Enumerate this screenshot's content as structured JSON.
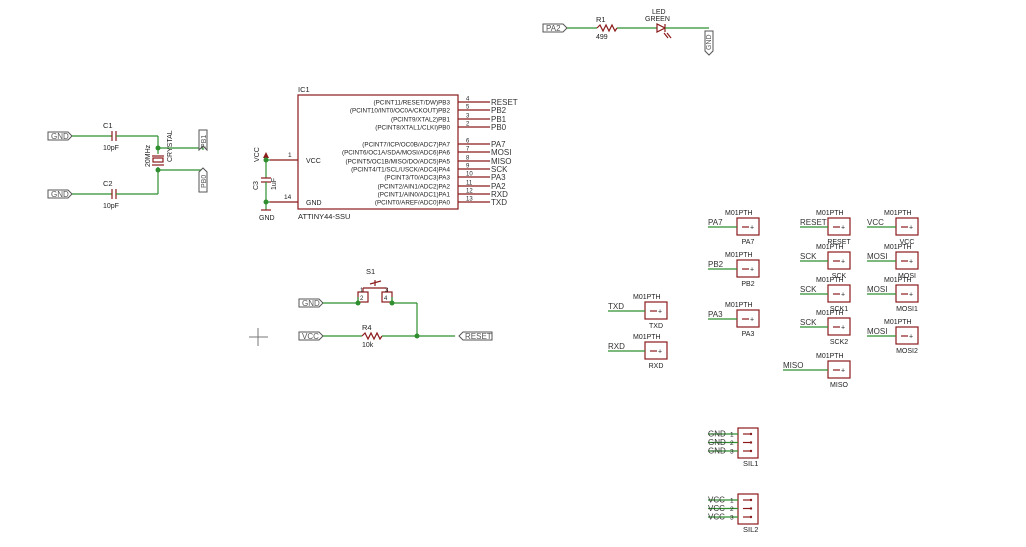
{
  "led": {
    "net": "PA2",
    "r_name": "R1",
    "r_value": "499",
    "led_name": "LED",
    "led_color": "GREEN",
    "gnd": "GND"
  },
  "ic": {
    "name": "IC1",
    "value": "ATTINY44-SSU",
    "vcc_pin": "VCC",
    "gnd_pin": "GND",
    "vcc_num": "1",
    "gnd_num": "14",
    "pins": [
      {
        "desc": "(PCINT11/RESET/DW)PB3",
        "num": "4",
        "net": "RESET"
      },
      {
        "desc": "(PCINT10/INT0/OC0A/CKOUT)PB2",
        "num": "5",
        "net": "PB2"
      },
      {
        "desc": "(PCINT9/XTAL2)PB1",
        "num": "3",
        "net": "PB1"
      },
      {
        "desc": "(PCINT8/XTAL1/CLKI)PB0",
        "num": "2",
        "net": "PB0"
      },
      {
        "desc": "(PCINT7/ICP/OC0B/ADC7)PA7",
        "num": "6",
        "net": "PA7"
      },
      {
        "desc": "(PCINT6/OC1A/SDA/MOSI/ADC6)PA6",
        "num": "7",
        "net": "MOSI"
      },
      {
        "desc": "(PCINT5/OC1B/MISO/DO/ADC5)PA5",
        "num": "8",
        "net": "MISO"
      },
      {
        "desc": "(PCINT4/T1/SCL/USCK/ADC4)PA4",
        "num": "9",
        "net": "SCK"
      },
      {
        "desc": "(PCINT3/T0/ADC3)PA3",
        "num": "10",
        "net": "PA3"
      },
      {
        "desc": "(PCINT2/AIN1/ADC2)PA2",
        "num": "11",
        "net": "PA2"
      },
      {
        "desc": "(PCINT1/AIN0/ADC1)PA1",
        "num": "12",
        "net": "RXD"
      },
      {
        "desc": "(PCINT0/AREF/ADC0)PA0",
        "num": "13",
        "net": "TXD"
      }
    ]
  },
  "cap3": {
    "name": "C3",
    "value": "1uF",
    "vcc": "VCC",
    "gnd": "GND"
  },
  "crystal": {
    "c1_name": "C1",
    "c1_value": "10pF",
    "c2_name": "C2",
    "c2_value": "10pF",
    "xtal_value": "20MHz",
    "xtal_label": "CRYSTAL",
    "gnd1": "GND",
    "gnd2": "GND",
    "pb1": "PB1",
    "pb0": "PB0"
  },
  "reset": {
    "s_name": "S1",
    "r_name": "R4",
    "r_value": "10k",
    "gnd": "GND",
    "vcc": "VCC",
    "out": "RESET",
    "pins": [
      "1",
      "3",
      "2",
      "4"
    ]
  },
  "headers": [
    {
      "net": "PA7",
      "value": "M01PTH",
      "name": "PA7"
    },
    {
      "net": "PB2",
      "value": "M01PTH",
      "name": "PB2"
    },
    {
      "net": "PA3",
      "value": "M01PTH",
      "name": "PA3"
    },
    {
      "net": "TXD",
      "value": "M01PTH",
      "name": "TXD"
    },
    {
      "net": "RXD",
      "value": "M01PTH",
      "name": "RXD"
    },
    {
      "net": "RESET",
      "value": "M01PTH",
      "name": "RESET"
    },
    {
      "net": "SCK",
      "value": "M01PTH",
      "name": "SCK"
    },
    {
      "net": "SCK",
      "value": "M01PTH",
      "name": "SCK1"
    },
    {
      "net": "SCK",
      "value": "M01PTH",
      "name": "SCK2"
    },
    {
      "net": "MISO",
      "value": "M01PTH",
      "name": "MISO"
    },
    {
      "net": "VCC",
      "value": "M01PTH",
      "name": "VCC"
    },
    {
      "net": "MOSI",
      "value": "M01PTH",
      "name": "MOSI"
    },
    {
      "net": "MOSI",
      "value": "M01PTH",
      "name": "MOSI1"
    },
    {
      "net": "MOSI",
      "value": "M01PTH",
      "name": "MOSI2"
    }
  ],
  "sil": [
    {
      "name": "SIL1",
      "pins": [
        {
          "net": "GND",
          "num": "1"
        },
        {
          "net": "GND",
          "num": "2"
        },
        {
          "net": "GND",
          "num": "3"
        }
      ]
    },
    {
      "name": "SIL2",
      "pins": [
        {
          "net": "VCC",
          "num": "1"
        },
        {
          "net": "VCC",
          "num": "2"
        },
        {
          "net": "VCC",
          "num": "3"
        }
      ]
    }
  ]
}
